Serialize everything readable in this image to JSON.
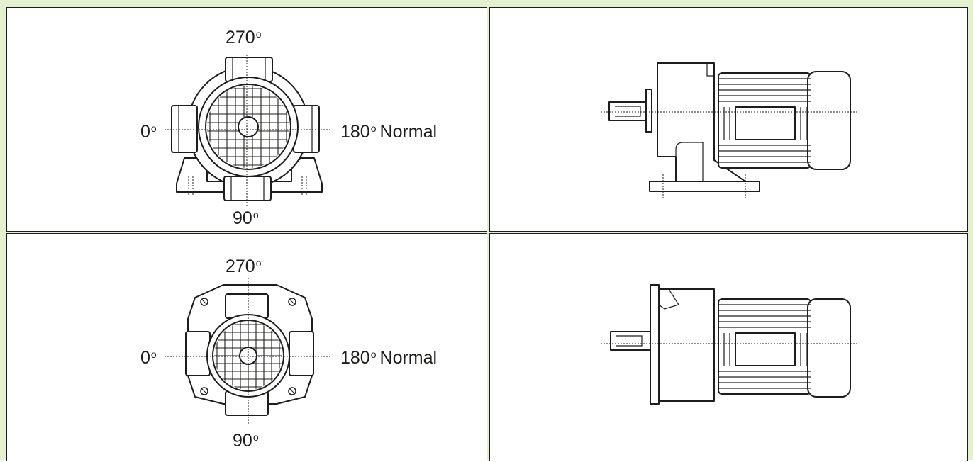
{
  "colors": {
    "panel_background": "#e4f0cf",
    "cell_background": "#ffffff",
    "line": "#1d1d1b"
  },
  "degree_symbol": "o",
  "rows": [
    {
      "name": "foot-mount",
      "labels": {
        "top": "270",
        "bottom": "90",
        "left": "0",
        "right": "180",
        "right_suffix": "Normal"
      }
    },
    {
      "name": "flange-mount",
      "labels": {
        "top": "270",
        "bottom": "90",
        "left": "0",
        "right": "180",
        "right_suffix": "Normal"
      }
    }
  ]
}
